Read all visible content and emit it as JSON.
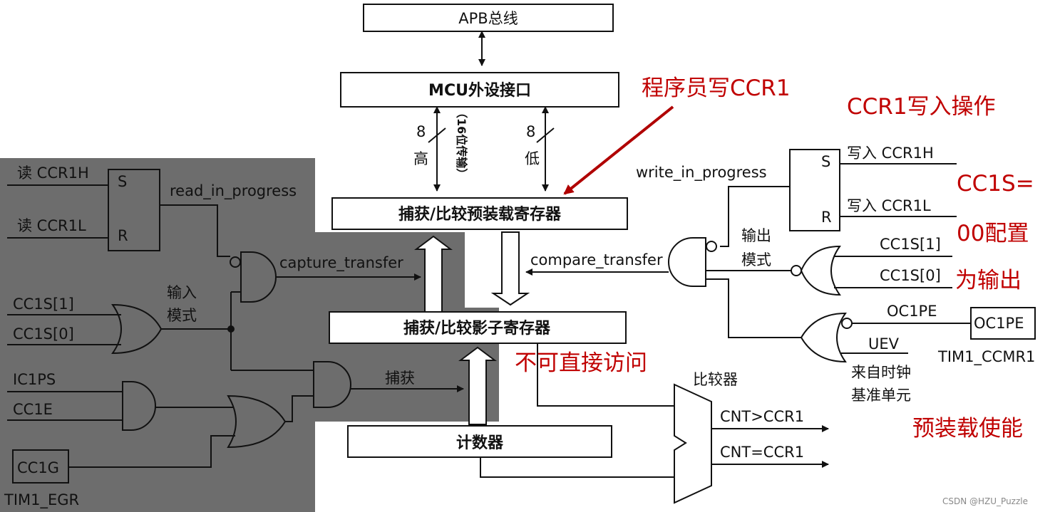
{
  "blocks": {
    "apb": "APB总线",
    "mcu": "MCU外设接口",
    "preload": "捕获/比较预装载寄存器",
    "shadow": "捕获/比较影子寄存器",
    "counter": "计数器"
  },
  "bus": {
    "high_bits": "8",
    "high_label": "高",
    "low_bits": "8",
    "low_label": "低",
    "transfer_note": "（16位传输）"
  },
  "input_side": {
    "read_h": "读 CCR1H",
    "read_l": "读 CCR1L",
    "s": "S",
    "r": "R",
    "read_in_progress": "read_in_progress",
    "capture_transfer": "capture_transfer",
    "cc1s1": "CC1S[1]",
    "cc1s0": "CC1S[0]",
    "input_mode_1": "输入",
    "input_mode_2": "模式",
    "ic1ps": "IC1PS",
    "cc1e": "CC1E",
    "cc1g": "CC1G",
    "capture": "捕获",
    "tim1_egr": "TIM1_EGR"
  },
  "output_side": {
    "write_in_progress": "write_in_progress",
    "s": "S",
    "r": "R",
    "write_h": "写入 CCR1H",
    "write_l": "写入 CCR1L",
    "output_mode_1": "输出",
    "output_mode_2": "模式",
    "compare_transfer": "compare_transfer",
    "cc1s1": "CC1S[1]",
    "cc1s0": "CC1S[0]",
    "oc1pe": "OC1PE",
    "oc1pe_box": "OC1PE",
    "tim1_ccmr1": "TIM1_CCMR1",
    "uev": "UEV",
    "from_clock_1": "来自时钟",
    "from_clock_2": "基准单元",
    "comparator": "比较器",
    "cnt_gt": "CNT>CCR1",
    "cnt_eq": "CNT=CCR1"
  },
  "annotations": {
    "write_ccr1": "程序员写CCR1",
    "ccr1_op": "CCR1写入操作",
    "cc1s_line1": "CC1S=",
    "cc1s_line2": "00配置",
    "cc1s_line3": "为输出",
    "no_direct": "不可直接访问",
    "preload_enable": "预装载使能",
    "color": "#c00000"
  },
  "watermark": "CSDN @HZU_Puzzle",
  "colors": {
    "gray_overlay": "#6d6d6d",
    "arrow_red": "#b00000"
  }
}
